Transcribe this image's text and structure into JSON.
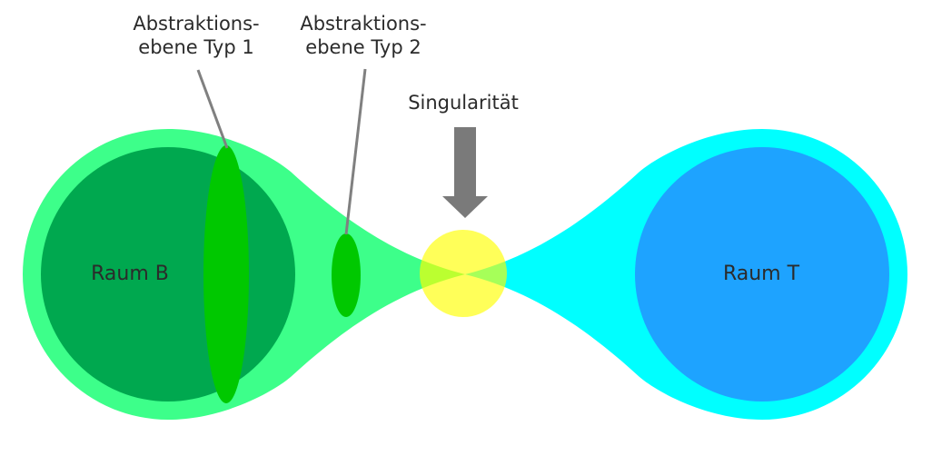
{
  "labels": {
    "abstraction_type1": [
      "Abstraktions-",
      "ebene Typ 1"
    ],
    "abstraction_type2": [
      "Abstraktions-",
      "ebene Typ 2"
    ],
    "singularity": "Singularität",
    "space_b": "Raum B",
    "space_t": "Raum T"
  },
  "colors": {
    "space_b_outer": "#3dff8a",
    "space_b_inner": "#00a84f",
    "abstraction_plane": "#00c800",
    "space_t_outer": "#00ffff",
    "space_t_inner": "#1ea3ff",
    "singularity": "#ffff55",
    "arrow": "#7a7a7a",
    "leader_line": "#808080",
    "text": "#2b2b2b"
  }
}
